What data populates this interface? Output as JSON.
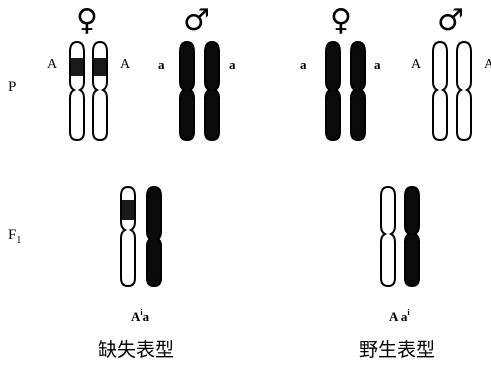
{
  "sex_symbols": {
    "female": "♀",
    "male": "♂"
  },
  "row_labels": {
    "parents": "P",
    "f1": "F",
    "f1_sub": "1"
  },
  "parental_crosses": [
    {
      "female": {
        "left_gene": "A",
        "right_gene": "A",
        "chromosome_style": "white-with-black-band"
      },
      "male": {
        "left_gene": "a",
        "right_gene": "a",
        "chromosome_style": "black"
      }
    },
    {
      "female": {
        "left_gene": "a",
        "right_gene": "a",
        "chromosome_style": "black"
      },
      "male": {
        "left_gene": "A",
        "right_gene": "A",
        "chromosome_style": "white"
      }
    }
  ],
  "offspring": [
    {
      "genotype": "A",
      "genotype_super": "i",
      "genotype_rest": "a",
      "phenotype": "缺失表型"
    },
    {
      "genotype": "A",
      "genotype_super": "",
      "genotype_rest": "a",
      "genotype_rest_super": "i",
      "phenotype": "野生表型"
    }
  ],
  "colors": {
    "chromosome_dark": "#0a0a0a",
    "chromosome_light": "#ffffff",
    "band": "#1a1a1a"
  }
}
